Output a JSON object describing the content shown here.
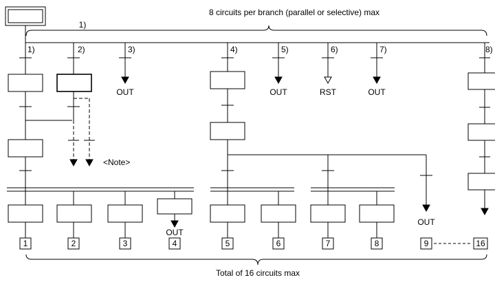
{
  "header": {
    "branch_note": "8 circuits per branch (parallel or selective) max",
    "brace_label": "1)"
  },
  "branches": [
    {
      "label": "1)"
    },
    {
      "label": "2)"
    },
    {
      "label": "3)"
    },
    {
      "label": "4)"
    },
    {
      "label": "5)"
    },
    {
      "label": "6)"
    },
    {
      "label": "7)"
    },
    {
      "label": "8)"
    }
  ],
  "outputs": {
    "out_3": "OUT",
    "out_5": "OUT",
    "rst_6": "RST",
    "out_7": "OUT",
    "out_mid": "OUT",
    "out_4": "OUT"
  },
  "note_label": "<Note>",
  "circuits": [
    "1",
    "2",
    "3",
    "4",
    "5",
    "6",
    "7",
    "8",
    "9",
    "16"
  ],
  "footer": {
    "total_note": "Total of 16 circuits max"
  }
}
